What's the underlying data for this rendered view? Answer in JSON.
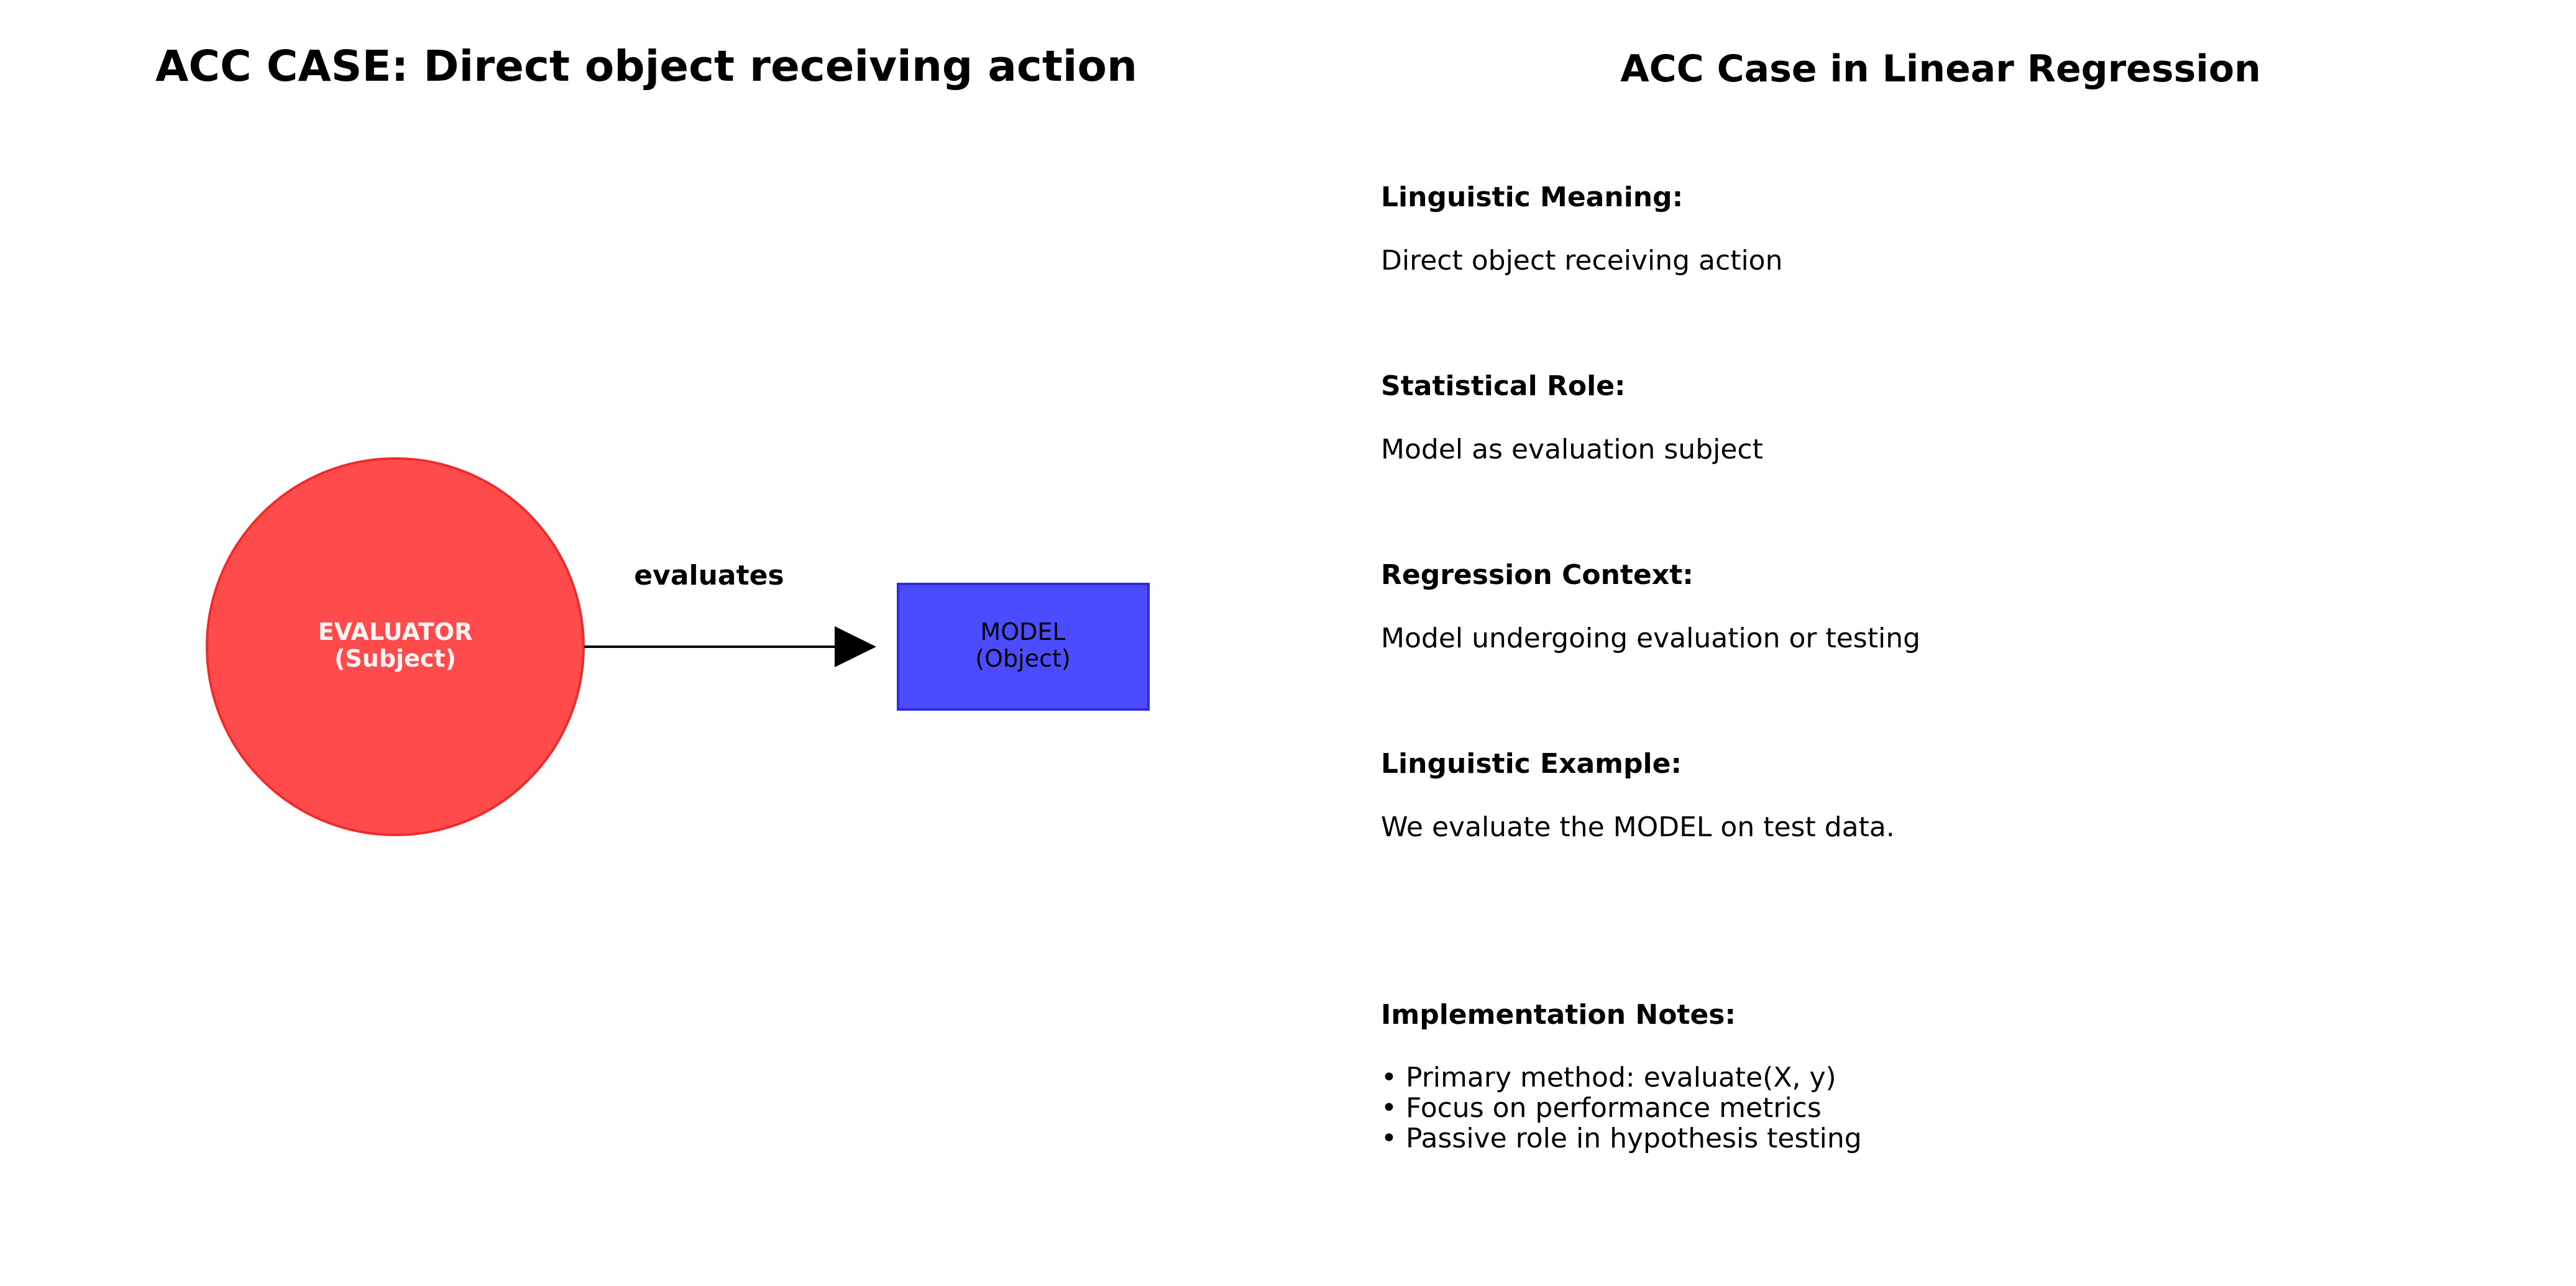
{
  "diagram": {
    "title": "ACC CASE: Direct object receiving action",
    "subject": {
      "line1": "EVALUATOR",
      "line2": "(Subject)",
      "fill": "#ff4b4b",
      "stroke": "#ee2c2c"
    },
    "object": {
      "line1": "MODEL",
      "line2": "(Object)",
      "fill": "#4b4bff",
      "stroke": "#2c2ce0"
    },
    "edge": {
      "label": "evaluates"
    }
  },
  "panel": {
    "title": "ACC Case in Linear Regression",
    "sections": [
      {
        "heading": "Linguistic Meaning:",
        "text": "Direct object receiving action"
      },
      {
        "heading": "Statistical Role:",
        "text": "Model as evaluation subject"
      },
      {
        "heading": "Regression Context:",
        "text": "Model undergoing evaluation or testing"
      },
      {
        "heading": "Linguistic Example:",
        "text": "We evaluate the MODEL on test data."
      }
    ],
    "notes": {
      "heading": "Implementation Notes:",
      "items": [
        "Primary method: evaluate(X, y)",
        "Focus on performance metrics",
        "Passive role in hypothesis testing"
      ]
    }
  }
}
